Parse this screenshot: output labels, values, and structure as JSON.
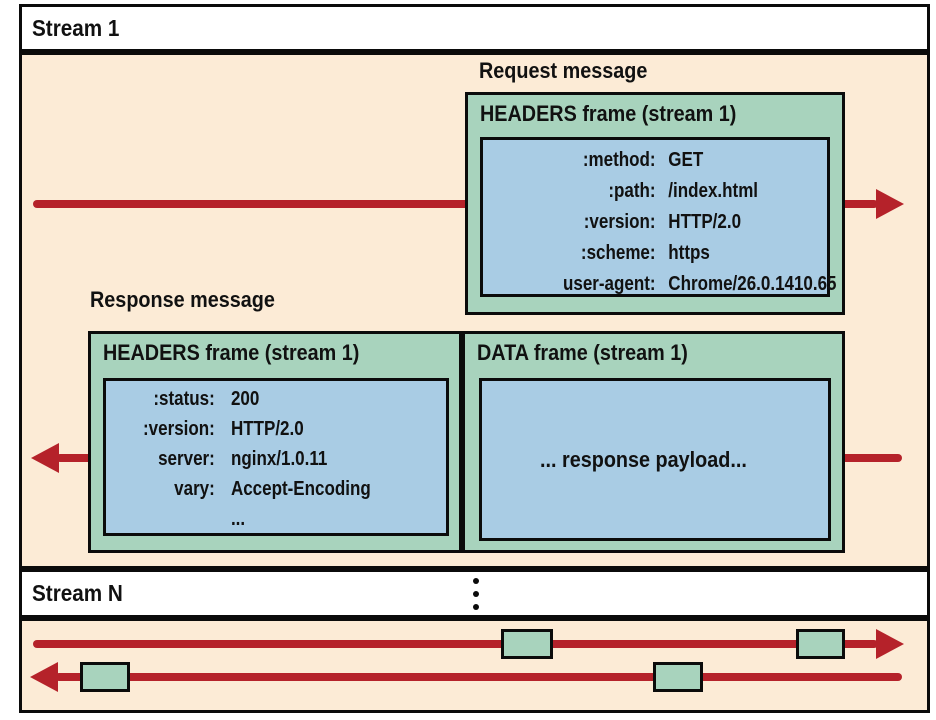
{
  "colors": {
    "background_peach": "#fcebd6",
    "frame_green": "#a8d3bd",
    "inner_blue": "#a9cce4",
    "arrow_red": "#b5222a",
    "border_black": "#0b0b0b"
  },
  "stream1": {
    "label": "Stream 1",
    "request": {
      "label": "Request message",
      "frame_title": "HEADERS frame (stream 1)",
      "headers": [
        {
          "key": ":method:",
          "value": "GET"
        },
        {
          "key": ":path:",
          "value": "/index.html"
        },
        {
          "key": ":version:",
          "value": "HTTP/2.0"
        },
        {
          "key": ":scheme:",
          "value": "https"
        },
        {
          "key": "user-agent:",
          "value": "Chrome/26.0.1410.65"
        }
      ]
    },
    "response": {
      "label": "Response message",
      "headers_frame_title": "HEADERS frame (stream 1)",
      "headers": [
        {
          "key": ":status:",
          "value": "200"
        },
        {
          "key": ":version:",
          "value": "HTTP/2.0"
        },
        {
          "key": "server:",
          "value": "nginx/1.0.11"
        },
        {
          "key": "vary:",
          "value": "Accept-Encoding"
        },
        {
          "key": "",
          "value": "..."
        }
      ],
      "data_frame_title": "DATA frame (stream 1)",
      "data_frame_body": "... response payload..."
    }
  },
  "streamN": {
    "label": "Stream N",
    "ellipsis_icon": "vertical-ellipsis"
  }
}
